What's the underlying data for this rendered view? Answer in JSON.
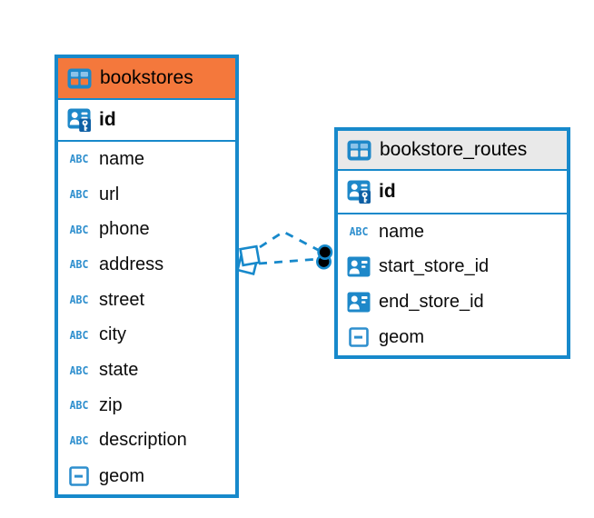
{
  "tables": [
    {
      "name": "bookstores",
      "columns": [
        {
          "name": "id",
          "type": "primary-key"
        },
        {
          "name": "name",
          "type": "text"
        },
        {
          "name": "url",
          "type": "text"
        },
        {
          "name": "phone",
          "type": "text"
        },
        {
          "name": "address",
          "type": "text"
        },
        {
          "name": "street",
          "type": "text"
        },
        {
          "name": "city",
          "type": "text"
        },
        {
          "name": "state",
          "type": "text"
        },
        {
          "name": "zip",
          "type": "text"
        },
        {
          "name": "description",
          "type": "text"
        },
        {
          "name": "geom",
          "type": "geometry"
        }
      ]
    },
    {
      "name": "bookstore_routes",
      "columns": [
        {
          "name": "id",
          "type": "primary-key"
        },
        {
          "name": "name",
          "type": "text"
        },
        {
          "name": "start_store_id",
          "type": "foreign-key"
        },
        {
          "name": "end_store_id",
          "type": "foreign-key"
        },
        {
          "name": "geom",
          "type": "geometry"
        }
      ]
    }
  ],
  "relationship": {
    "from_table": "bookstores",
    "to_table": "bookstore_routes",
    "line_style": "dashed",
    "source_marker": "diamond",
    "target_marker": "dot"
  },
  "colors": {
    "accent_blue": "#1789cb",
    "icon_blue": "#1e88c9",
    "icon_light_blue": "#8cc3e9",
    "key_patch_blue": "#0e5fa4",
    "bookstores_header": "#f4783c",
    "routes_header": "#e9e9e9",
    "endpoint_fill": "#000000"
  }
}
